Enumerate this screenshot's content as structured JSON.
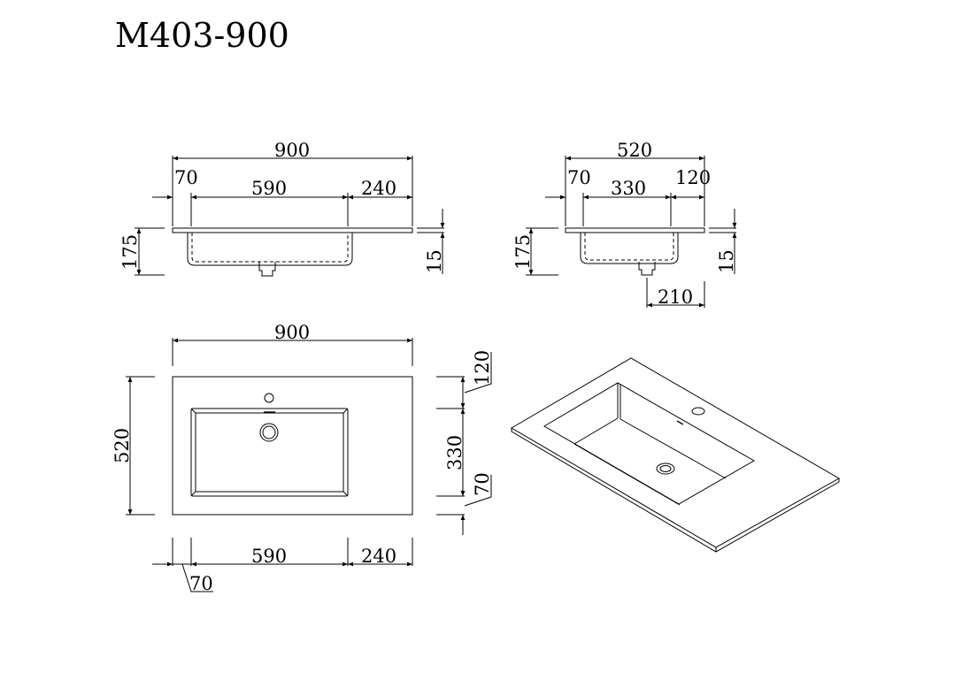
{
  "title": "M403-900",
  "front_view": {
    "overall_width": "900",
    "left_margin": "70",
    "basin_width": "590",
    "right_margin": "240",
    "total_height": "175",
    "slab_thickness": "15"
  },
  "side_view": {
    "overall_depth": "520",
    "front_margin": "70",
    "basin_depth": "330",
    "back_margin": "120",
    "total_height": "175",
    "slab_thickness": "15",
    "drain_offset": "210"
  },
  "top_view": {
    "overall_width": "900",
    "overall_depth": "520",
    "back_margin": "120",
    "basin_depth": "330",
    "front_margin": "70",
    "left_margin": "70",
    "basin_width": "590",
    "right_margin": "240"
  },
  "isometric_view": {
    "label": ""
  }
}
